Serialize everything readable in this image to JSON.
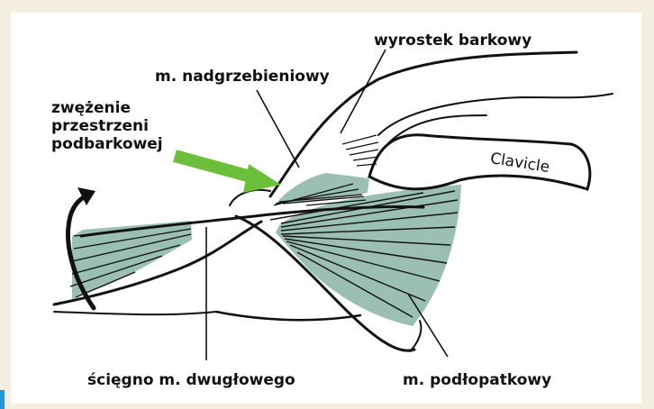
{
  "labels": {
    "acromion": "wyrostek barkowy",
    "supraspinatus": "m. nadgrzebieniowy",
    "narrowing": [
      "zwężenie",
      "przestrzeni",
      "podbarkowej"
    ],
    "clavicle": "Clavicle",
    "biceps_tendon": "ścięgno m. dwugłowego",
    "subscapularis": "m. podłopatkowy"
  },
  "colors": {
    "muscle": "#9bbfb3",
    "arrow": "#6cbf3a",
    "outline": "#111111",
    "background": "#f4efe1",
    "panel": "#ffffff",
    "corner_accent": "#2b94cf"
  },
  "icons": {
    "rotation_arrow": "curved-arrow-icon",
    "indicator_arrow": "green-arrow-icon"
  }
}
